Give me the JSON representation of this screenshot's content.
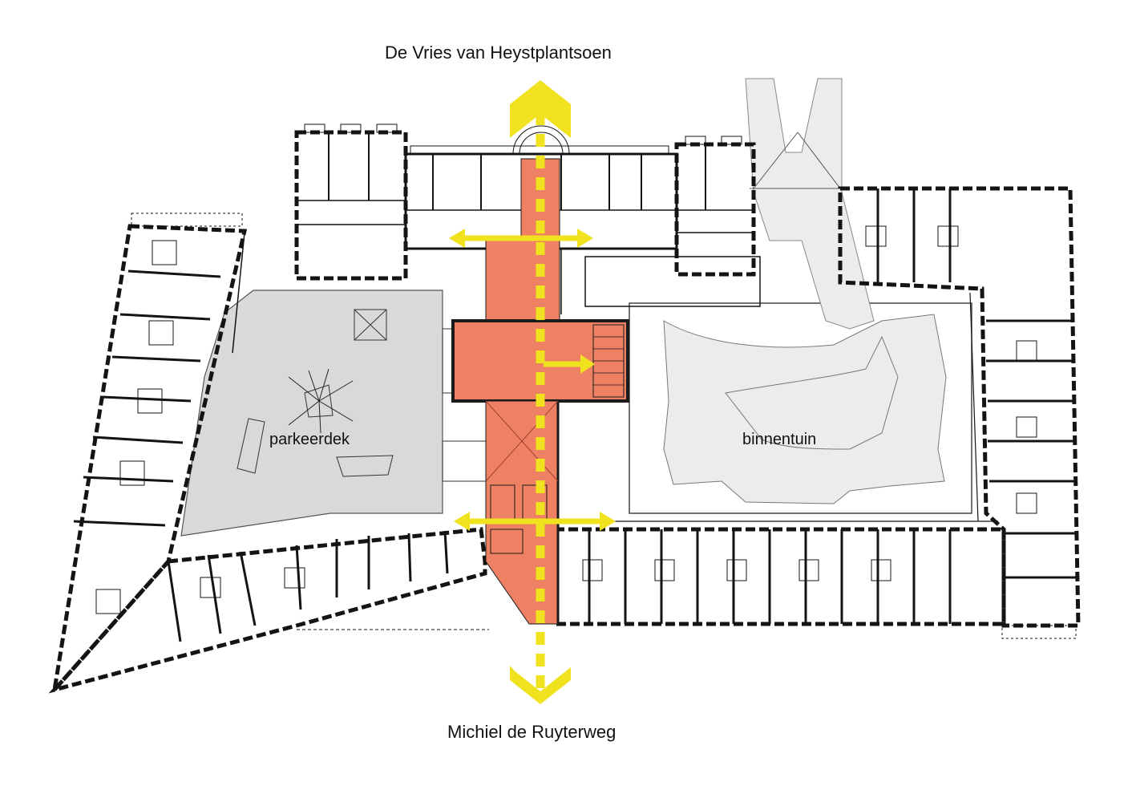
{
  "streets": {
    "north": "De Vries van Heystplantsoen",
    "south": "Michiel de Ruyterweg"
  },
  "areas": {
    "parking": "parkeerdek",
    "garden": "binnentuin"
  },
  "colors": {
    "route": "#f0e21e",
    "core": "#ee8164",
    "core_stroke": "#1a1a1a",
    "parking_fill": "#d9d9d9",
    "garden_fill": "#ececec",
    "wall": "#141414",
    "line": "#555555"
  },
  "icons": {
    "north_arrow": "chevron-up-icon",
    "south_arrow": "chevron-down-icon",
    "stair_arrow": "arrow-right-icon"
  }
}
